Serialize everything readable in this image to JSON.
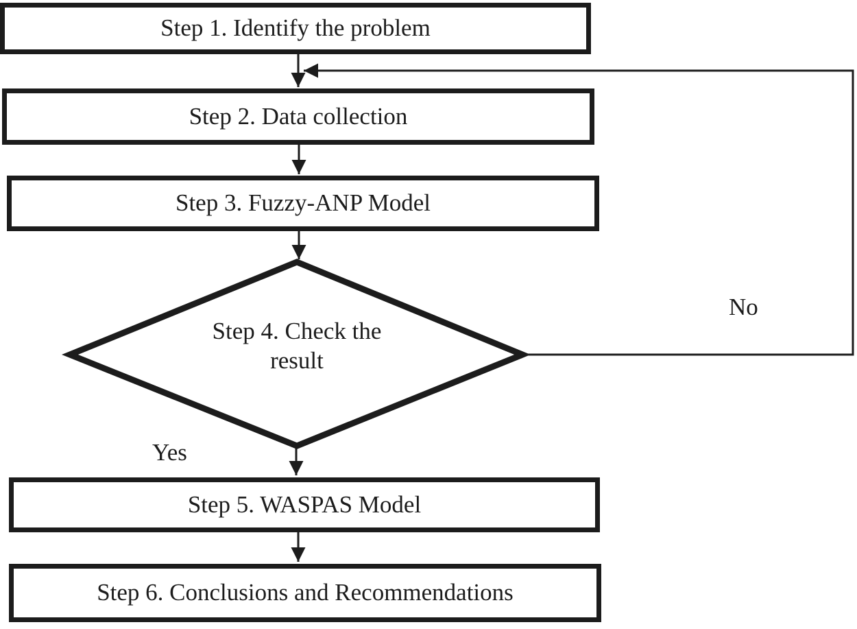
{
  "diagram": {
    "type": "flowchart",
    "background_color": "#ffffff",
    "line_color": "#1c1c1c",
    "text_color": "#1c1c1c",
    "nodes": [
      {
        "id": "step1",
        "shape": "rectangle",
        "label": "Step 1. Identify the problem"
      },
      {
        "id": "step2",
        "shape": "rectangle",
        "label": "Step 2. Data collection"
      },
      {
        "id": "step3",
        "shape": "rectangle",
        "label": "Step 3. Fuzzy-ANP Model"
      },
      {
        "id": "step4",
        "shape": "diamond",
        "label": "Step 4. Check the result",
        "label_lines": [
          "Step 4. Check the",
          "result"
        ]
      },
      {
        "id": "step5",
        "shape": "rectangle",
        "label": "Step 5. WASPAS Model"
      },
      {
        "id": "step6",
        "shape": "rectangle",
        "label": "Step 6. Conclusions and Recommendations"
      }
    ],
    "edges": [
      {
        "from": "step1",
        "to": "step2",
        "label": ""
      },
      {
        "from": "step2",
        "to": "step3",
        "label": ""
      },
      {
        "from": "step3",
        "to": "step4",
        "label": ""
      },
      {
        "from": "step4",
        "to": "step5",
        "label": "Yes"
      },
      {
        "from": "step4",
        "to": "step2",
        "label": "No"
      },
      {
        "from": "step5",
        "to": "step6",
        "label": ""
      }
    ],
    "edge_labels": {
      "yes": "Yes",
      "no": "No"
    }
  }
}
